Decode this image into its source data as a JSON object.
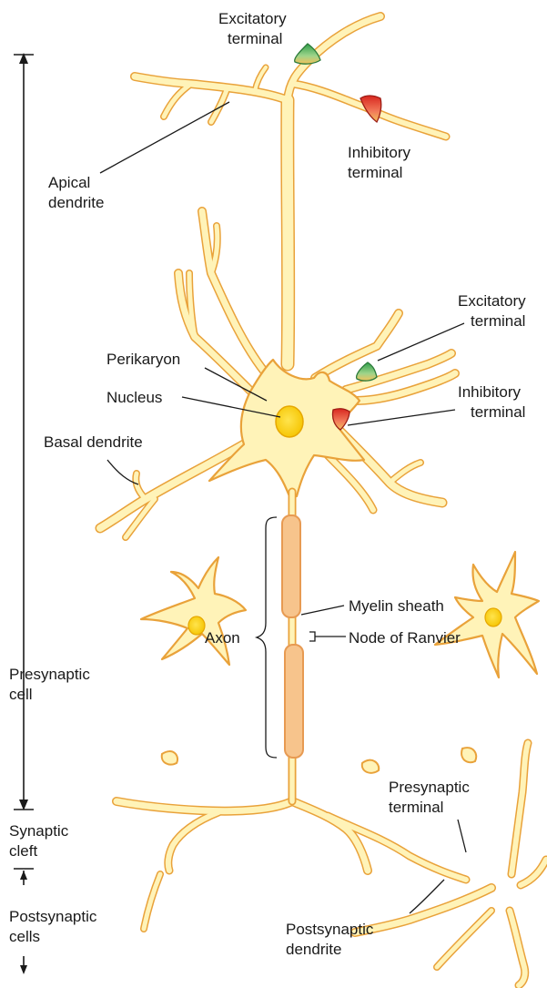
{
  "labels": {
    "excitatory_terminal_top": [
      "Excitatory",
      "terminal"
    ],
    "inhibitory_terminal_top": [
      "Inhibitory",
      "terminal"
    ],
    "apical_dendrite": [
      "Apical",
      "dendrite"
    ],
    "excitatory_terminal_mid": [
      "Excitatory",
      "terminal"
    ],
    "inhibitory_terminal_mid": [
      "Inhibitory",
      "terminal"
    ],
    "perikaryon": "Perikaryon",
    "nucleus": "Nucleus",
    "basal_dendrite": "Basal dendrite",
    "myelin_sheath": "Myelin sheath",
    "axon": "Axon",
    "node_of_ranvier": "Node of Ranvier",
    "presynaptic_cell": [
      "Presynaptic",
      "cell"
    ],
    "presynaptic_terminal": [
      "Presynaptic",
      "terminal"
    ],
    "synaptic_cleft": [
      "Synaptic",
      "cleft"
    ],
    "postsynaptic_cells": [
      "Postsynaptic",
      "cells"
    ],
    "postsynaptic_dendrite": [
      "Postsynaptic",
      "dendrite"
    ]
  },
  "colors": {
    "cell_fill": "#fff3b8",
    "cell_outline": "#e9a23a",
    "nucleus_fill": "#ffd21f",
    "myelin_fill": "#f7c48c",
    "excitatory_terminal": "#4caf50",
    "inhibitory_terminal": "#e53935"
  }
}
